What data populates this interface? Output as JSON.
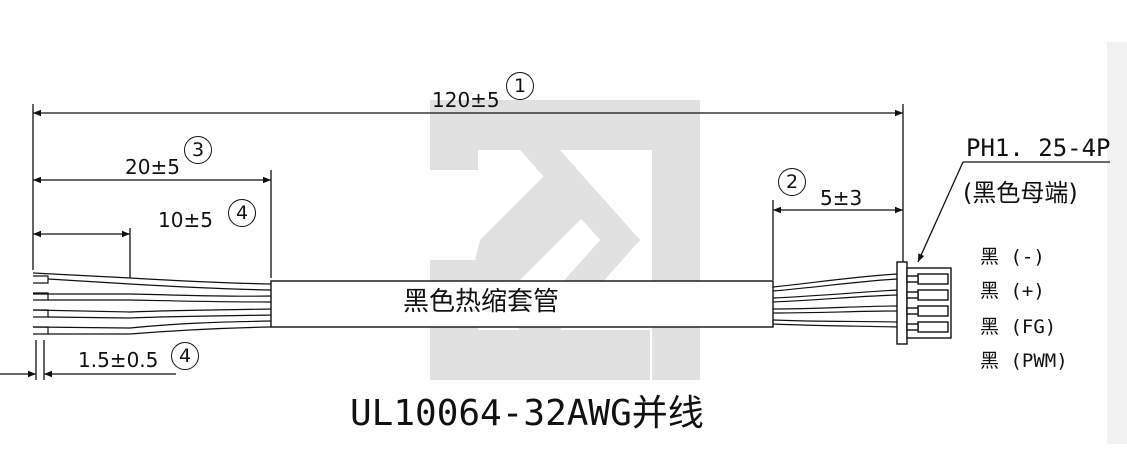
{
  "dimensions": {
    "overall": {
      "value": "120±5",
      "marker": "1"
    },
    "heatshrink_to_end": {
      "value": "20±5",
      "marker": "3"
    },
    "strip_length": {
      "value": "10±5",
      "marker": "4"
    },
    "tinned_tip": {
      "value": "1.5±0.5",
      "marker": "4"
    },
    "connector_gap": {
      "value": "5±3",
      "marker": "2"
    }
  },
  "connector": {
    "model": "PH1. 25-4P",
    "description": "(黑色母端)"
  },
  "sleeve_label": "黑色热缩套管",
  "pins": [
    "黑 (-)",
    "黑 (+)",
    "黑 (FG)",
    "黑 (PWM)"
  ],
  "cable_spec": "UL10064-32AWG并线",
  "colors": {
    "line": "#111111",
    "watermark": "#dcdcdc",
    "background": "#ffffff"
  }
}
